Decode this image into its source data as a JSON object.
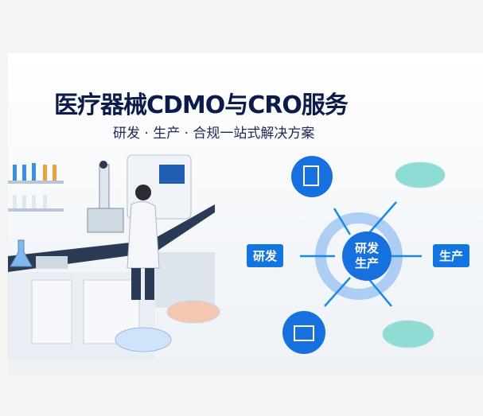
{
  "title": "医疗器械CDMO与CRO服务",
  "subtitle": "研发 · 生产 · 合规一站式解决方案",
  "diagram": {
    "center_line1": "研发",
    "center_line2": "生产",
    "left_label": "研发",
    "right_label": "生产",
    "icons": [
      "clipboard-icon",
      "petri-dish-icon",
      "device-box-icon",
      "petri-dish-icon"
    ]
  },
  "colors": {
    "accent": "#1376e0",
    "title": "#0c1b4a"
  }
}
